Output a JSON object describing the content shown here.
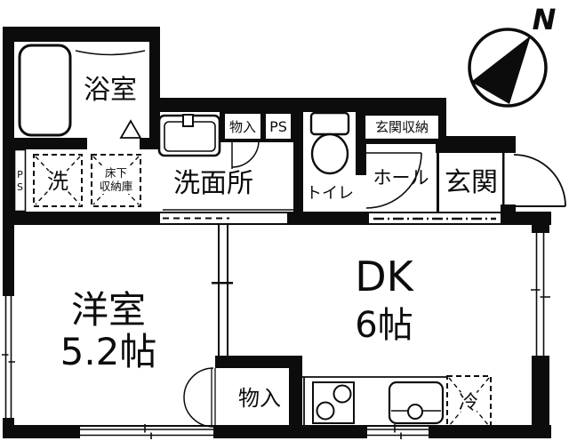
{
  "compass": {
    "north_label": "N"
  },
  "rooms": {
    "bathroom": {
      "label": "浴室"
    },
    "washroom": {
      "label": "洗面所"
    },
    "toilet": {
      "label": "トイレ"
    },
    "hall": {
      "label": "ホール"
    },
    "entrance": {
      "label": "玄関"
    },
    "entrance_storage": {
      "label": "玄関収納"
    },
    "western_room": {
      "label": "洋室",
      "size": "5.2帖"
    },
    "dining_kitchen": {
      "label": "DK",
      "size": "6帖"
    },
    "closet_bottom": {
      "label": "物入"
    }
  },
  "fixtures": {
    "storage_top": {
      "label": "物入"
    },
    "pipe_space_top": {
      "label": "PS"
    },
    "pipe_space_left": {
      "label_p": "P",
      "label_s": "S"
    },
    "washer": {
      "label": "洗"
    },
    "underfloor_storage": {
      "label_line1": "床下",
      "label_line2": "収納庫"
    },
    "refrigerator": {
      "label": "冷"
    }
  },
  "colors": {
    "wall": "#0c0c0c",
    "background": "#ffffff"
  }
}
